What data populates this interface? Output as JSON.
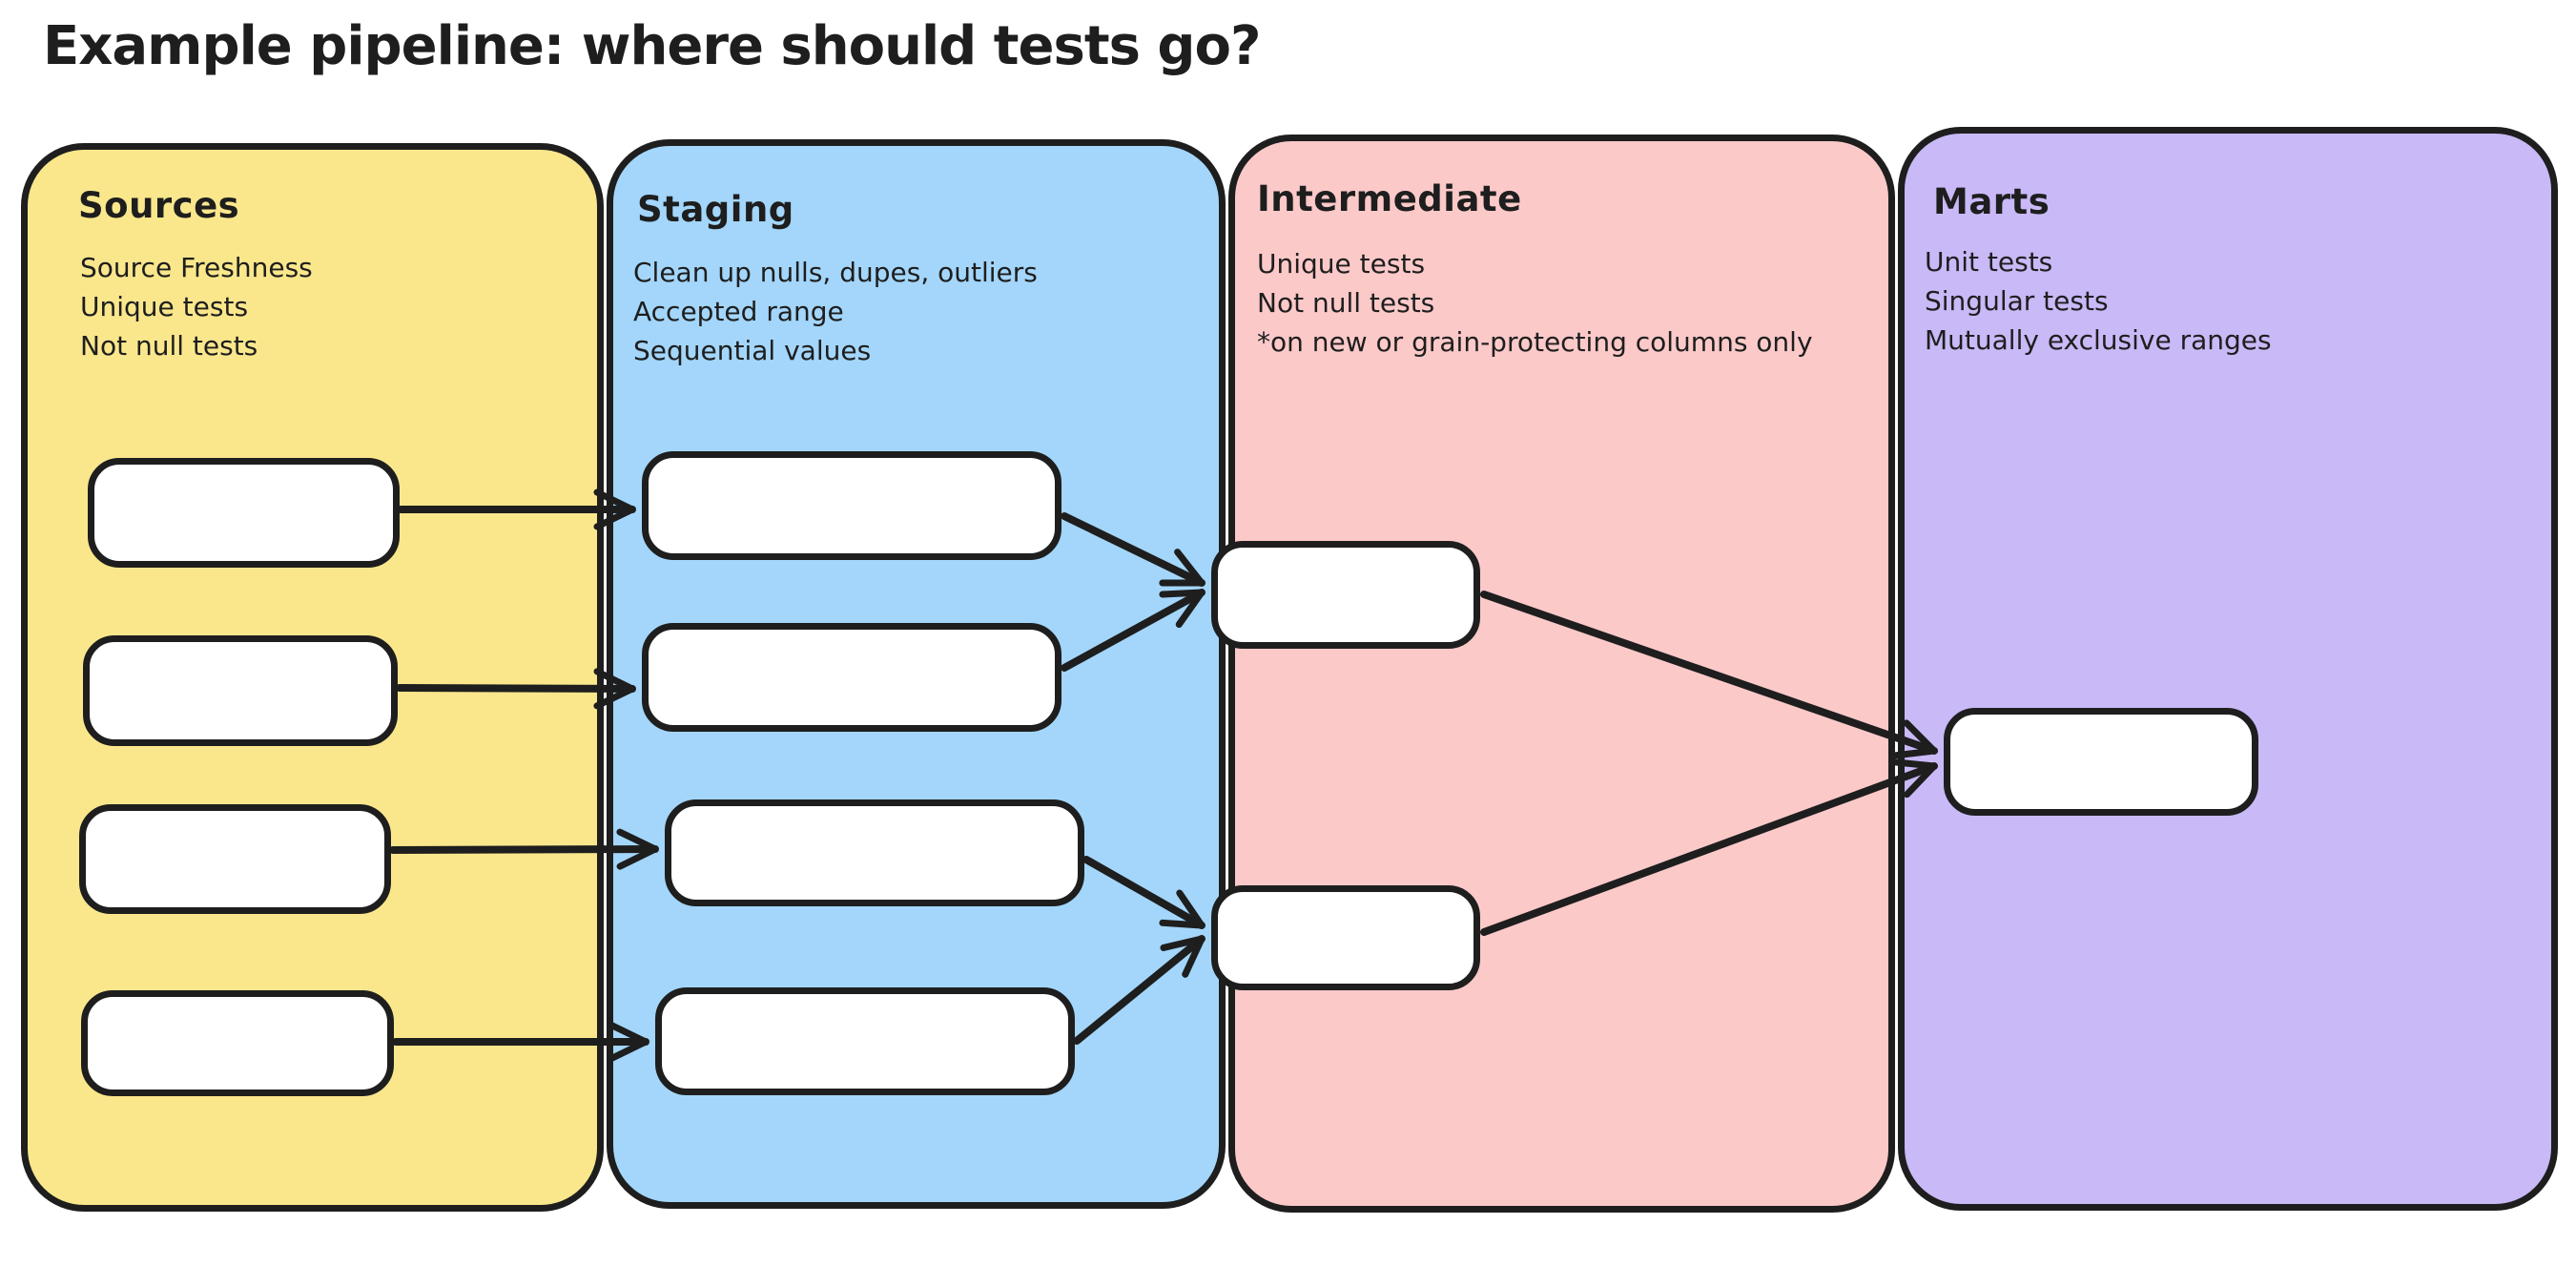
{
  "title": "Example pipeline: where should tests go?",
  "stroke_color": "#1e1e1e",
  "background_color": "#ffffff",
  "node_fill": "#ffffff",
  "columns": [
    {
      "id": "sources",
      "label": "Sources",
      "fill": "#fae78c",
      "notes": [
        "Source Freshness",
        "Unique tests",
        "Not null tests"
      ],
      "node_count": 4
    },
    {
      "id": "staging",
      "label": "Staging",
      "fill": "#a3d6fa",
      "notes": [
        "Clean up nulls, dupes, outliers",
        "Accepted range",
        "Sequential values"
      ],
      "node_count": 4
    },
    {
      "id": "intermediate",
      "label": "Intermediate",
      "fill": "#fcc9c9",
      "notes": [
        "Unique tests",
        "Not null tests",
        "*on new or grain-protecting columns only"
      ],
      "node_count": 2
    },
    {
      "id": "marts",
      "label": "Marts",
      "fill": "#c9b9f7",
      "notes": [
        "Unit tests",
        "Singular tests",
        "Mutually exclusive ranges"
      ],
      "node_count": 1
    }
  ],
  "edges": [
    {
      "from": "sources-node-1",
      "to": "staging-node-1"
    },
    {
      "from": "sources-node-2",
      "to": "staging-node-2"
    },
    {
      "from": "sources-node-3",
      "to": "staging-node-3"
    },
    {
      "from": "sources-node-4",
      "to": "staging-node-4"
    },
    {
      "from": "staging-node-1",
      "to": "intermediate-node-1"
    },
    {
      "from": "staging-node-2",
      "to": "intermediate-node-1"
    },
    {
      "from": "staging-node-3",
      "to": "intermediate-node-2"
    },
    {
      "from": "staging-node-4",
      "to": "intermediate-node-2"
    },
    {
      "from": "intermediate-node-1",
      "to": "marts-node-1"
    },
    {
      "from": "intermediate-node-2",
      "to": "marts-node-1"
    }
  ]
}
